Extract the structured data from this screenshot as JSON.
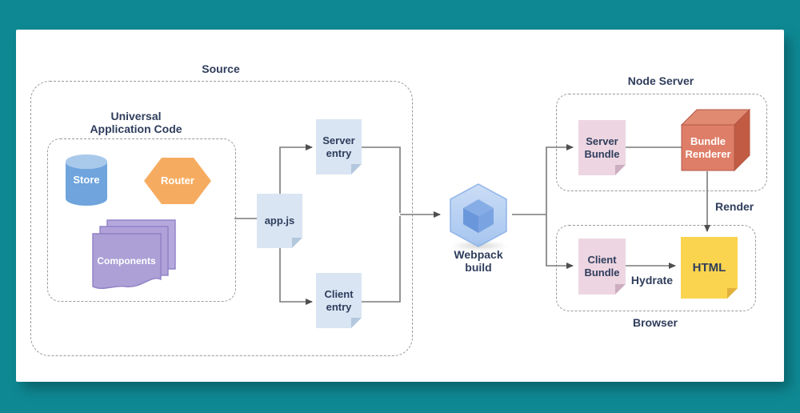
{
  "groups": {
    "source": {
      "label": "Source"
    },
    "uac": {
      "label": "Universal\nApplication Code"
    },
    "node_server": {
      "label": "Node Server"
    },
    "browser": {
      "label": "Browser"
    }
  },
  "nodes": {
    "store": {
      "label": "Store",
      "shape": "cylinder"
    },
    "router": {
      "label": "Router",
      "shape": "hexagon"
    },
    "components": {
      "label": "Components",
      "shape": "stacked-sheets"
    },
    "app_js": {
      "label": "app.js",
      "shape": "document"
    },
    "server_entry": {
      "label": "Server\nentry",
      "shape": "document"
    },
    "client_entry": {
      "label": "Client\nentry",
      "shape": "document"
    },
    "webpack": {
      "label": "Webpack\nbuild",
      "shape": "webpack-cube"
    },
    "server_bundle": {
      "label": "Server\nBundle",
      "shape": "document"
    },
    "bundle_renderer": {
      "label": "Bundle\nRenderer",
      "shape": "cube"
    },
    "client_bundle": {
      "label": "Client\nBundle",
      "shape": "document"
    },
    "html": {
      "label": "HTML",
      "shape": "document"
    }
  },
  "edge_labels": {
    "render": "Render",
    "hydrate": "Hydrate"
  },
  "colors": {
    "background": "#0E8994",
    "card": "#FFFFFF",
    "container_border": "#9A9A9A",
    "text": "#2F3D5C",
    "line": "#7A7A7A",
    "arrowhead": "#4E4E4E",
    "doc_blue": "#D9E5F3",
    "doc_blue_fold": "#B3C7DD",
    "doc_pink": "#EDD6E2",
    "doc_pink_fold": "#CDAEC1",
    "doc_yellow": "#FBD44F",
    "doc_yellow_fold": "#E0B03C",
    "store_blue": "#6FA4DD",
    "store_blue_top": "#A9C9EB",
    "router_orange": "#F6AC60",
    "components_purple": "#ACA0D6",
    "components_border": "#8F80C6",
    "webpack_outer": "#AECBF0",
    "webpack_inner_left": "#6A97DC",
    "webpack_inner_right": "#7AA3E1",
    "webpack_inner_top": "#86ADE6",
    "renderer_front": "#DF7E68",
    "renderer_top": "#E18A72",
    "renderer_side": "#C25B43",
    "shape_label": "#FFFFFF"
  }
}
